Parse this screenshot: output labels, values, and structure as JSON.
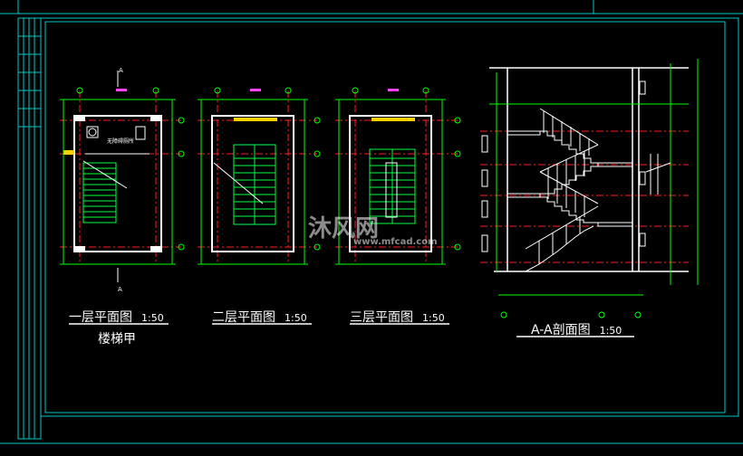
{
  "titles": {
    "plan1": {
      "name": "一层平面图",
      "scale": "1:50",
      "sub": "楼梯甲"
    },
    "plan2": {
      "name": "二层平面图",
      "scale": "1:50"
    },
    "plan3": {
      "name": "三层平面图",
      "scale": "1:50"
    },
    "section": {
      "name": "A-A剖面图",
      "scale": "1:50"
    }
  },
  "section_marks": {
    "top": "A",
    "bottom": "A"
  },
  "room_label": "无障碍厕所",
  "watermark": {
    "brand": "沐风网",
    "url": "www.mfcad.com"
  },
  "colors": {
    "frame": "#00c8c8",
    "grid_red": "#ff2020",
    "stair_green": "#00ff40",
    "wall": "#ffffff",
    "dim_green": "#00ff00",
    "yellow": "#ffd000",
    "magenta": "#ff40ff",
    "background": "#000000"
  }
}
